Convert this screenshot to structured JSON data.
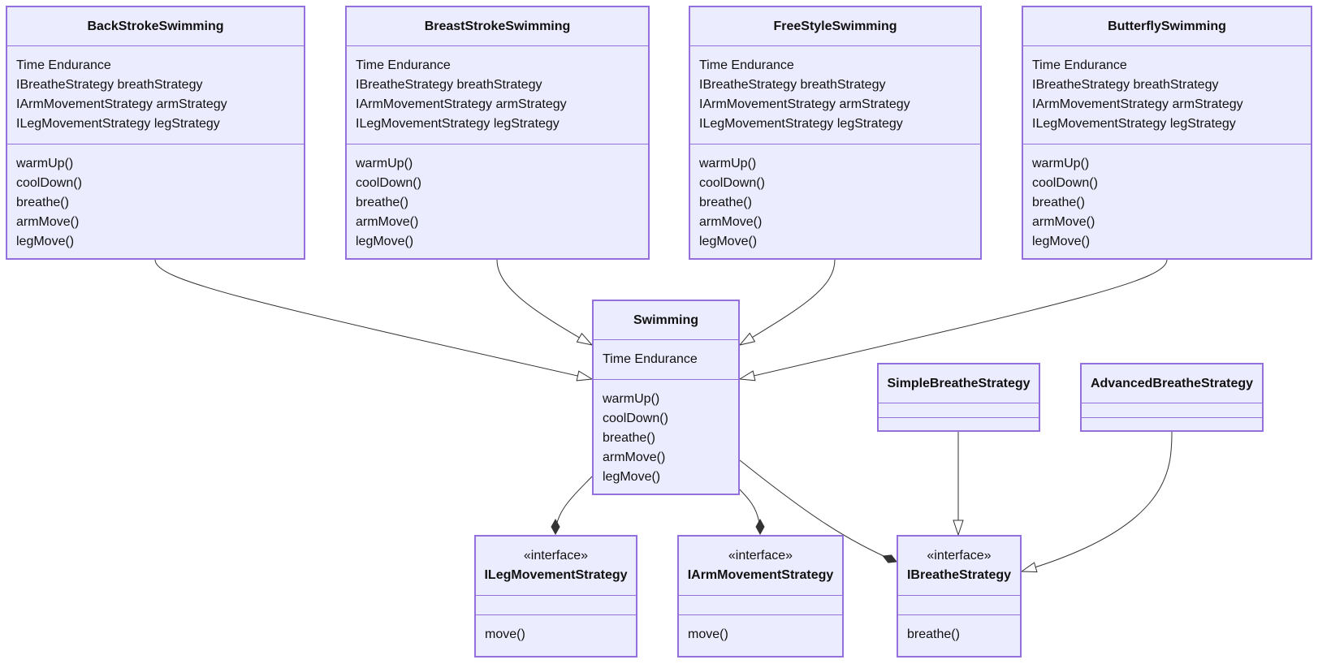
{
  "colors": {
    "fill": "#ececff",
    "stroke": "#9370db",
    "line": "#333333",
    "text": "#111111"
  },
  "classes": {
    "backstroke": {
      "name": "BackStrokeSwimming",
      "attributes": [
        "Time Endurance",
        "IBreatheStrategy breathStrategy",
        "IArmMovementStrategy armStrategy",
        "ILegMovementStrategy legStrategy"
      ],
      "methods": [
        "warmUp()",
        "coolDown()",
        "breathe()",
        "armMove()",
        "legMove()"
      ]
    },
    "breaststroke": {
      "name": "BreastStrokeSwimming",
      "attributes": [
        "Time Endurance",
        "IBreatheStrategy breathStrategy",
        "IArmMovementStrategy armStrategy",
        "ILegMovementStrategy legStrategy"
      ],
      "methods": [
        "warmUp()",
        "coolDown()",
        "breathe()",
        "armMove()",
        "legMove()"
      ]
    },
    "freestyle": {
      "name": "FreeStyleSwimming",
      "attributes": [
        "Time Endurance",
        "IBreatheStrategy breathStrategy",
        "IArmMovementStrategy armStrategy",
        "ILegMovementStrategy legStrategy"
      ],
      "methods": [
        "warmUp()",
        "coolDown()",
        "breathe()",
        "armMove()",
        "legMove()"
      ]
    },
    "butterfly": {
      "name": "ButterflySwimming",
      "attributes": [
        "Time Endurance",
        "IBreatheStrategy breathStrategy",
        "IArmMovementStrategy armStrategy",
        "ILegMovementStrategy legStrategy"
      ],
      "methods": [
        "warmUp()",
        "coolDown()",
        "breathe()",
        "armMove()",
        "legMove()"
      ]
    },
    "swimming": {
      "name": "Swimming",
      "attributes": [
        "Time Endurance"
      ],
      "methods": [
        "warmUp()",
        "coolDown()",
        "breathe()",
        "armMove()",
        "legMove()"
      ]
    },
    "simplebreathe": {
      "name": "SimpleBreatheStrategy",
      "attributes": [],
      "methods": []
    },
    "advancedbreathe": {
      "name": "AdvancedBreatheStrategy",
      "attributes": [],
      "methods": []
    },
    "ileg": {
      "stereotype": "«interface»",
      "name": "ILegMovementStrategy",
      "attributes": [],
      "methods": [
        "move()"
      ]
    },
    "iarm": {
      "stereotype": "«interface»",
      "name": "IArmMovementStrategy",
      "attributes": [],
      "methods": [
        "move()"
      ]
    },
    "ibreathe": {
      "stereotype": "«interface»",
      "name": "IBreatheStrategy",
      "attributes": [],
      "methods": [
        "breathe()"
      ]
    }
  },
  "relations": [
    {
      "from": "backstroke",
      "to": "swimming",
      "type": "inheritance"
    },
    {
      "from": "breaststroke",
      "to": "swimming",
      "type": "inheritance"
    },
    {
      "from": "freestyle",
      "to": "swimming",
      "type": "inheritance"
    },
    {
      "from": "butterfly",
      "to": "swimming",
      "type": "inheritance"
    },
    {
      "from": "simplebreathe",
      "to": "ibreathe",
      "type": "inheritance"
    },
    {
      "from": "advancedbreathe",
      "to": "ibreathe",
      "type": "inheritance"
    },
    {
      "from": "swimming",
      "to": "ileg",
      "type": "composition"
    },
    {
      "from": "swimming",
      "to": "iarm",
      "type": "composition"
    },
    {
      "from": "swimming",
      "to": "ibreathe",
      "type": "composition"
    }
  ]
}
